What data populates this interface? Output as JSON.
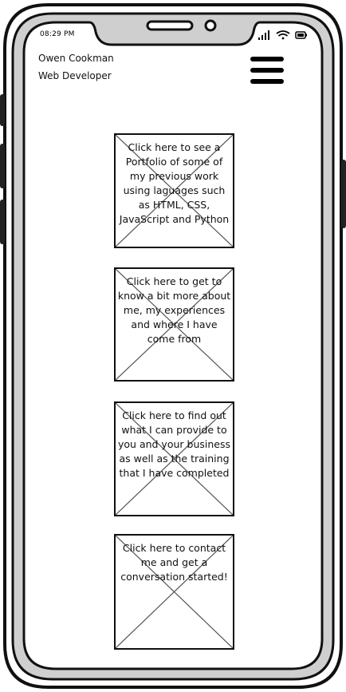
{
  "status_bar": {
    "time": "08:29 PM",
    "icons": [
      "signal-icon",
      "wifi-icon",
      "battery-icon"
    ]
  },
  "header": {
    "name": "Owen Cookman",
    "role": "Web Developer",
    "menu_icon": "hamburger-menu-icon"
  },
  "cards": [
    {
      "text": "Click here to see a Portfolio of some of my previous work using laguages such as HTML, CSS, JavaScript and Python"
    },
    {
      "text": "Click here to get to know a bit more about me, my experiences and where I have come from"
    },
    {
      "text": "Click here to find out what I can provide to you and your business as well as the training that I have completed"
    },
    {
      "text": "Click here to contact me and get a conversation started!"
    }
  ]
}
